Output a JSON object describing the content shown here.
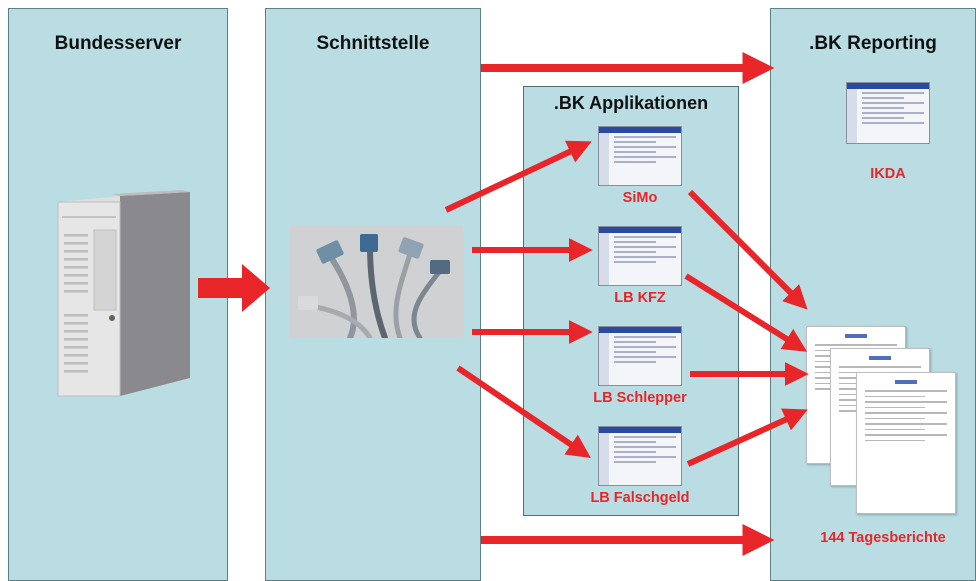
{
  "panels": {
    "bundesserver": "Bundesserver",
    "schnittstelle": "Schnittstelle",
    "reporting": ".BK Reporting"
  },
  "applications": {
    "title": ".BK Applikationen",
    "items": [
      "SiMo",
      "LB KFZ",
      "LB Schlepper",
      "LB Falschgeld"
    ]
  },
  "reporting": {
    "ikda": "IKDA",
    "reports": "144 Tagesberichte"
  },
  "colors": {
    "panel": "#b9dde3",
    "arrow": "#e8262a",
    "label": "#e8262a"
  }
}
